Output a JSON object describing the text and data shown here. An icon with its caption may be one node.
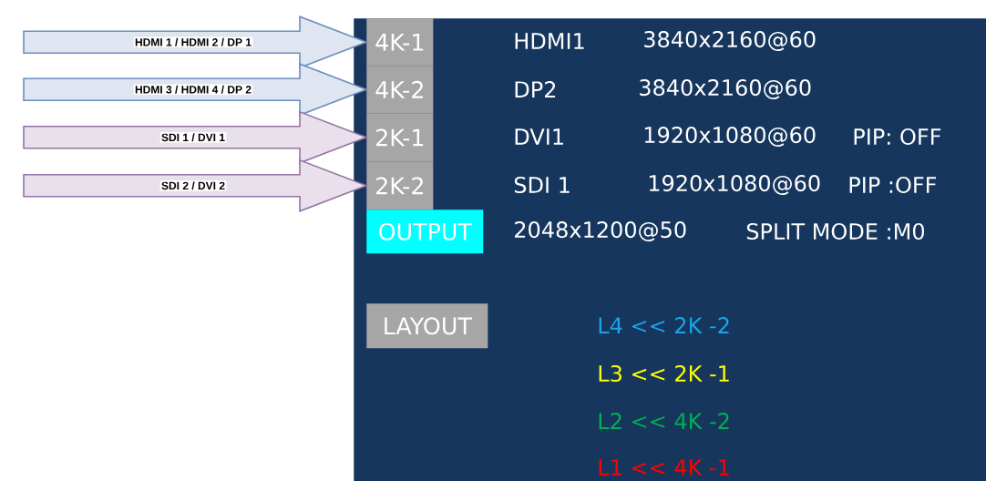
{
  "diagram": {
    "nodes": [
      {
        "text": [],
        "shape": "box"
      },
      {
        "text": [
          "4K-1"
        ],
        "in": 0
      },
      {
        "text": [
          "4K-2"
        ],
        "in": 0
      },
      {
        "text": [
          "2K-1"
        ],
        "in": 0
      },
      {
        "text": [
          "2K-2"
        ],
        "in": 0
      },
      {
        "text": [
          "OUTPUT"
        ],
        "in": 0
      },
      {
        "text": [
          "LAYOUT"
        ],
        "in": 0
      }
    ],
    "edges": [
      {
        "from": null,
        "to": 1,
        "arrow": "to",
        "label": "HDMI 1 / HDMI 2 / DP 1"
      },
      {
        "from": null,
        "to": 2,
        "arrow": "to",
        "label": "HDMI 3 / HDMI 4 / DP 2"
      },
      {
        "from": null,
        "to": 3,
        "arrow": "to",
        "label": "SDI 1 / DVI 1",
        "color": "#9673a6"
      },
      {
        "from": null,
        "to": 4,
        "arrow": "to",
        "label": "SDI 2 / DVI 2",
        "color": "#9673a6"
      }
    ],
    "labels": [
      "HDMI1",
      "3840x2160@60",
      "DP2",
      "3840x2160@60",
      "DVI1",
      "1920x1080@60",
      "PIP: OFF",
      "SDI 1",
      "1920x1080@60",
      "PIP :OFF",
      "2048x1200@50",
      "SPLIT MODE :M0",
      "L4 << 2K -2",
      "L3 << 2K -1",
      "L2 << 4K -2",
      "L1 << 4K -1"
    ]
  }
}
